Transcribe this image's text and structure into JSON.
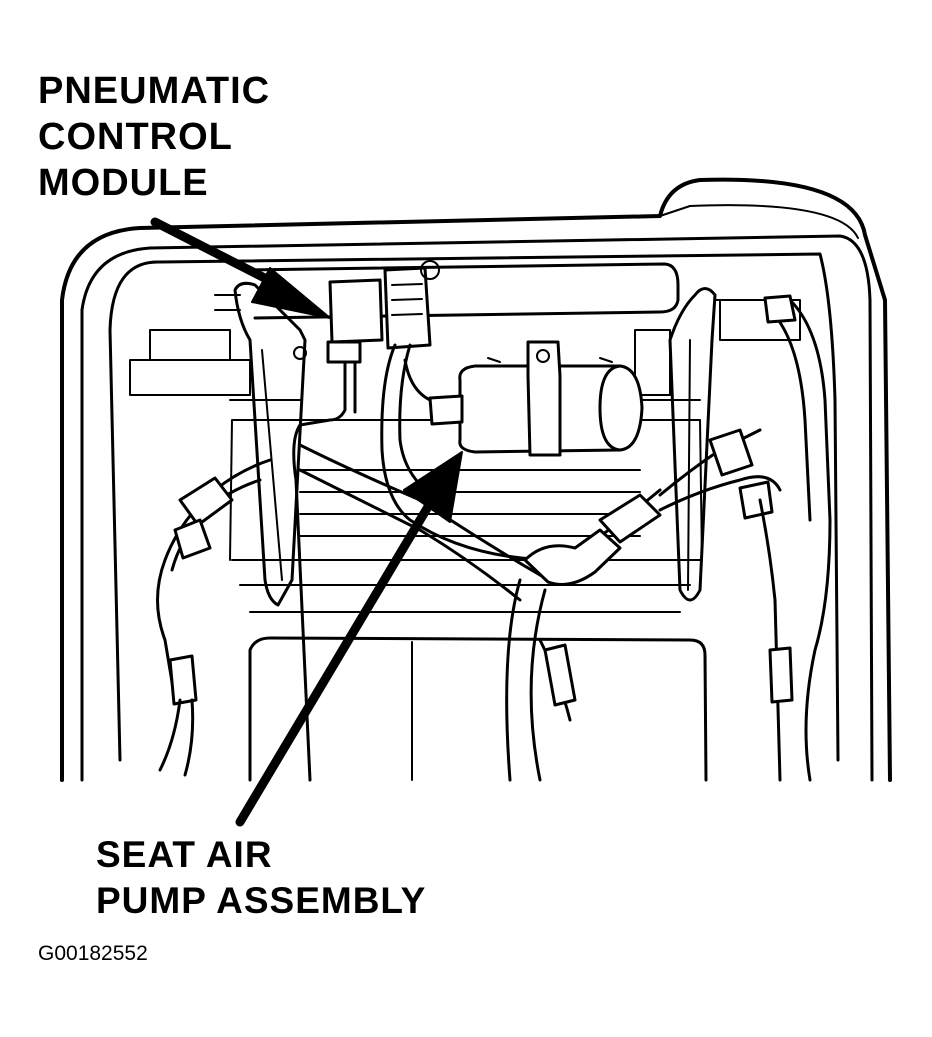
{
  "callouts": {
    "pneumatic_control_module": [
      "PNEUMATIC",
      "CONTROL",
      "MODULE"
    ],
    "seat_air_pump_assembly": [
      "SEAT AIR",
      "PUMP ASSEMBLY"
    ]
  },
  "figure_id": "G00182552",
  "colors": {
    "line": "#000000",
    "background": "#ffffff"
  }
}
